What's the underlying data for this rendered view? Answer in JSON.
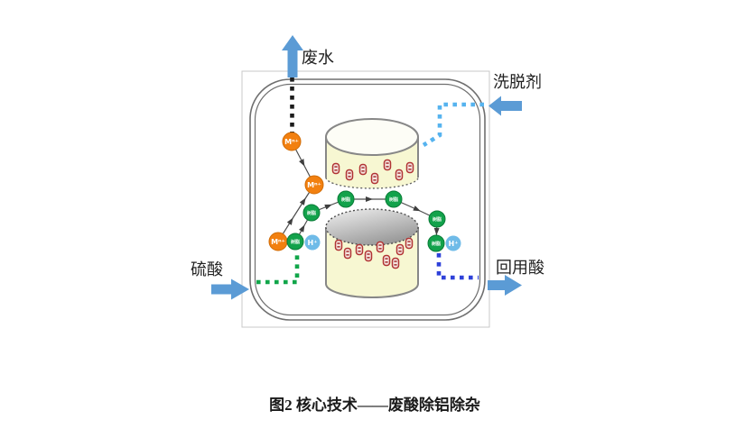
{
  "figure": {
    "caption": "图2 核心技术——废酸除铝除杂",
    "streams": {
      "waste_water": "废水",
      "eluent": "洗脱剂",
      "sulfuric_acid": "硫酸",
      "reuse_acid": "回用酸"
    },
    "species": {
      "metal_ion": "Mⁿ⁺",
      "resin": "树脂",
      "proton": "H⁺"
    },
    "colors": {
      "flow_arrow": "#5b9bd5",
      "metal_ion_fill": "#f28010",
      "resin_fill": "#12a24b",
      "proton_fill": "#6fbbe8",
      "waste_water_path": "#1c1c1c",
      "eluent_path": "#56b3ef",
      "sulfuric_acid_path": "#11a64a",
      "reuse_acid_path": "#2e41d9",
      "resin_bead": "#b13434",
      "column_body": "#f7f7d2"
    }
  }
}
